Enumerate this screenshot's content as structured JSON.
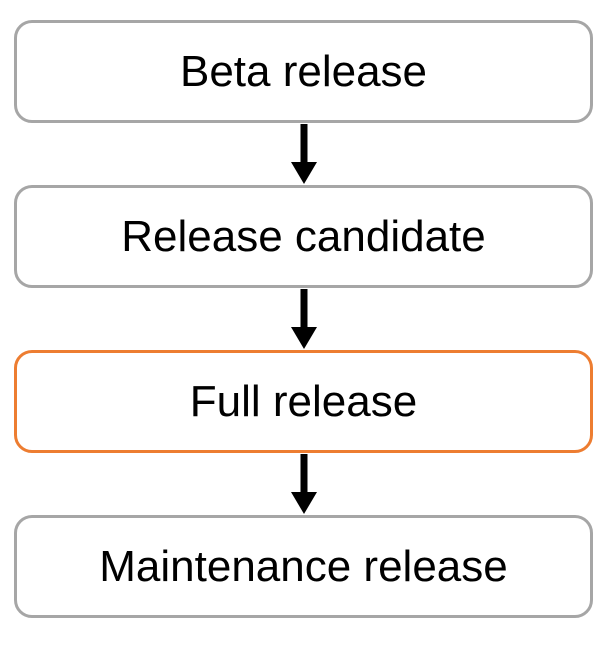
{
  "diagram": {
    "type": "flowchart",
    "direction": "top-to-bottom",
    "nodes": [
      {
        "label": "Beta release",
        "highlighted": false
      },
      {
        "label": "Release candidate",
        "highlighted": false
      },
      {
        "label": "Full release",
        "highlighted": true
      },
      {
        "label": "Maintenance release",
        "highlighted": false
      }
    ],
    "edges": [
      {
        "from": "Beta release",
        "to": "Release candidate"
      },
      {
        "from": "Release candidate",
        "to": "Full release"
      },
      {
        "from": "Full release",
        "to": "Maintenance release"
      }
    ],
    "colors": {
      "node_border_default": "#a6a6a6",
      "node_border_highlight": "#ed7d31",
      "node_fill": "#ffffff",
      "text": "#000000",
      "arrow": "#000000",
      "background": "#ffffff"
    }
  }
}
